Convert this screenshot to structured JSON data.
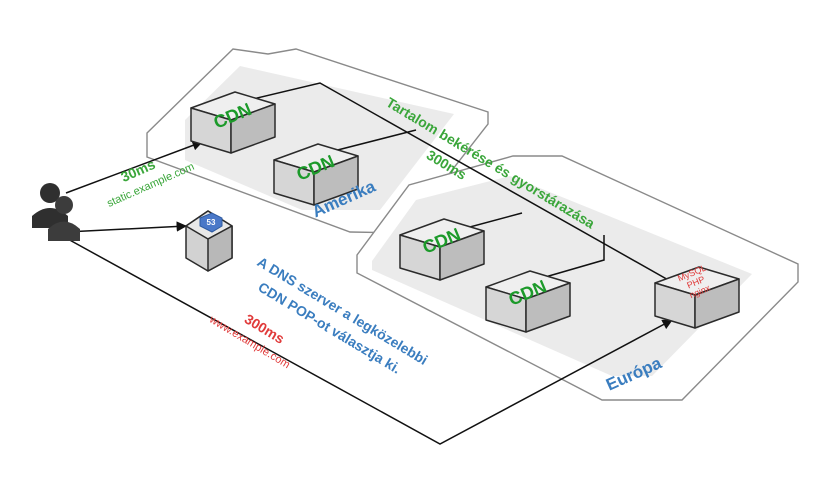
{
  "regions": {
    "america": {
      "label": "Amerika"
    },
    "europe": {
      "label": "Európa"
    }
  },
  "nodes": {
    "cdn_label": "CDN",
    "origin_lines": [
      "MySQL",
      "PHP",
      "nginx"
    ]
  },
  "labels": {
    "content_fetch": "Tartalom bekérése és gyorstárazása",
    "cdn_latency": "30ms",
    "cdn_host": "static.example.com",
    "europe_latency": "300ms",
    "dns_line1": "A DNS szerver a legközelebbi",
    "dns_line2": "CDN POP-ot választja ki.",
    "origin_latency": "300ms",
    "origin_host": "www.example.com"
  },
  "dns_badge": "53",
  "colors": {
    "green": "#3aa63a",
    "blue": "#3a7dbf",
    "red": "#e03a3a"
  },
  "icons": [
    "user-icon",
    "dns-server-icon"
  ]
}
